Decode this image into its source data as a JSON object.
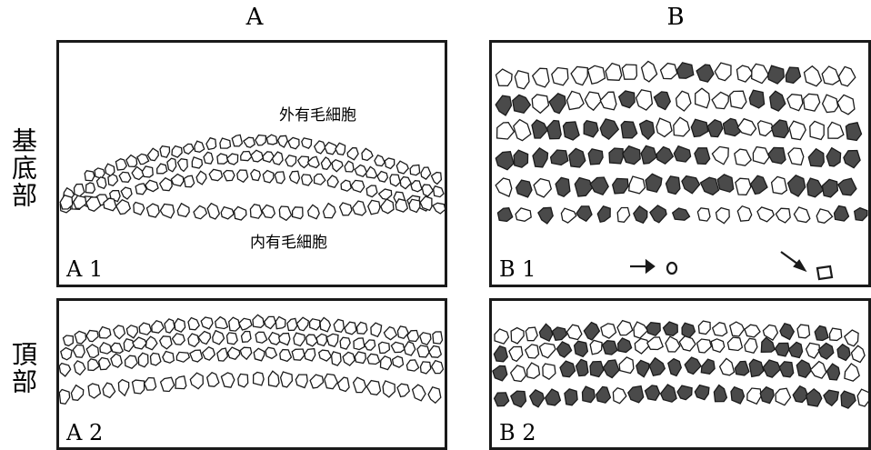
{
  "columns": {
    "a": "A",
    "b": "B"
  },
  "rows": {
    "base": "基底部",
    "apex": "頂部"
  },
  "panels": {
    "a1": {
      "label": "A 1",
      "outer_label": "外有毛細胞",
      "inner_label": "内有毛細胞"
    },
    "a2": {
      "label": "A 2"
    },
    "b1": {
      "label": "B 1"
    },
    "b2": {
      "label": "B 2"
    }
  },
  "colors": {
    "line": "#1a1a1a",
    "dead_cell": "#4a4a4a",
    "live_cell": "#ffffff"
  }
}
